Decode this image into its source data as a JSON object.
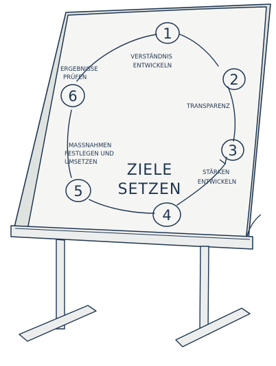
{
  "diagram": {
    "center_lines": [
      "ZIELE",
      "SETZEN"
    ],
    "steps": [
      {
        "number": "1",
        "label_lines": [
          "VERSTÄNDNIS",
          "ENTWICKELN"
        ]
      },
      {
        "number": "2",
        "label_lines": [
          "TRANSPARENZ"
        ]
      },
      {
        "number": "3",
        "label_lines": [
          "STÄRKEN",
          "ENTWICKELN"
        ]
      },
      {
        "number": "4",
        "label_lines": []
      },
      {
        "number": "5",
        "label_lines": [
          "MASSNAHMEN",
          "FESTLEGEN UND",
          "UMSETZEN"
        ]
      },
      {
        "number": "6",
        "label_lines": [
          "ERGEBNISSE",
          "PRÜFEN"
        ]
      }
    ]
  },
  "colors": {
    "ink": "#1f3550",
    "paper": "#f5f6f4",
    "board": "#dfe3e0",
    "sheet": "#eceeed"
  }
}
